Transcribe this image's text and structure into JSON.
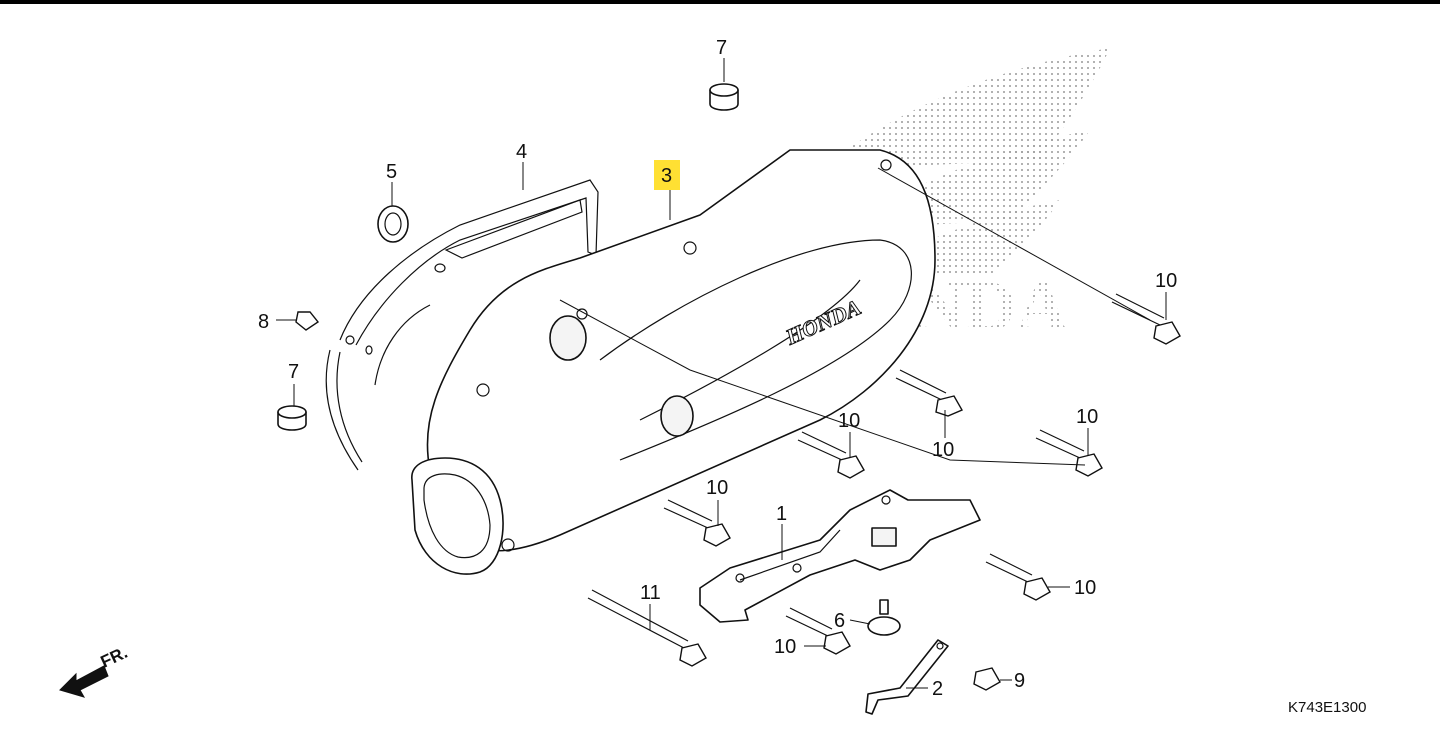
{
  "diagram": {
    "callouts": {
      "c1": "1",
      "c2": "2",
      "c3": "3",
      "c4": "4",
      "c5": "5",
      "c6": "6",
      "c7_top": "7",
      "c7_left": "7",
      "c8": "8",
      "c9": "9",
      "c10_a": "10",
      "c10_b": "10",
      "c10_c": "10",
      "c10_d": "10",
      "c10_e": "10",
      "c10_f": "10",
      "c10_g": "10",
      "c11": "11"
    },
    "highlight_color": "#ffe033",
    "direction_label": "FR.",
    "cover_logo_text": "HONDA",
    "watermark_text": "HONDA",
    "diagram_code": "K743E1300"
  }
}
